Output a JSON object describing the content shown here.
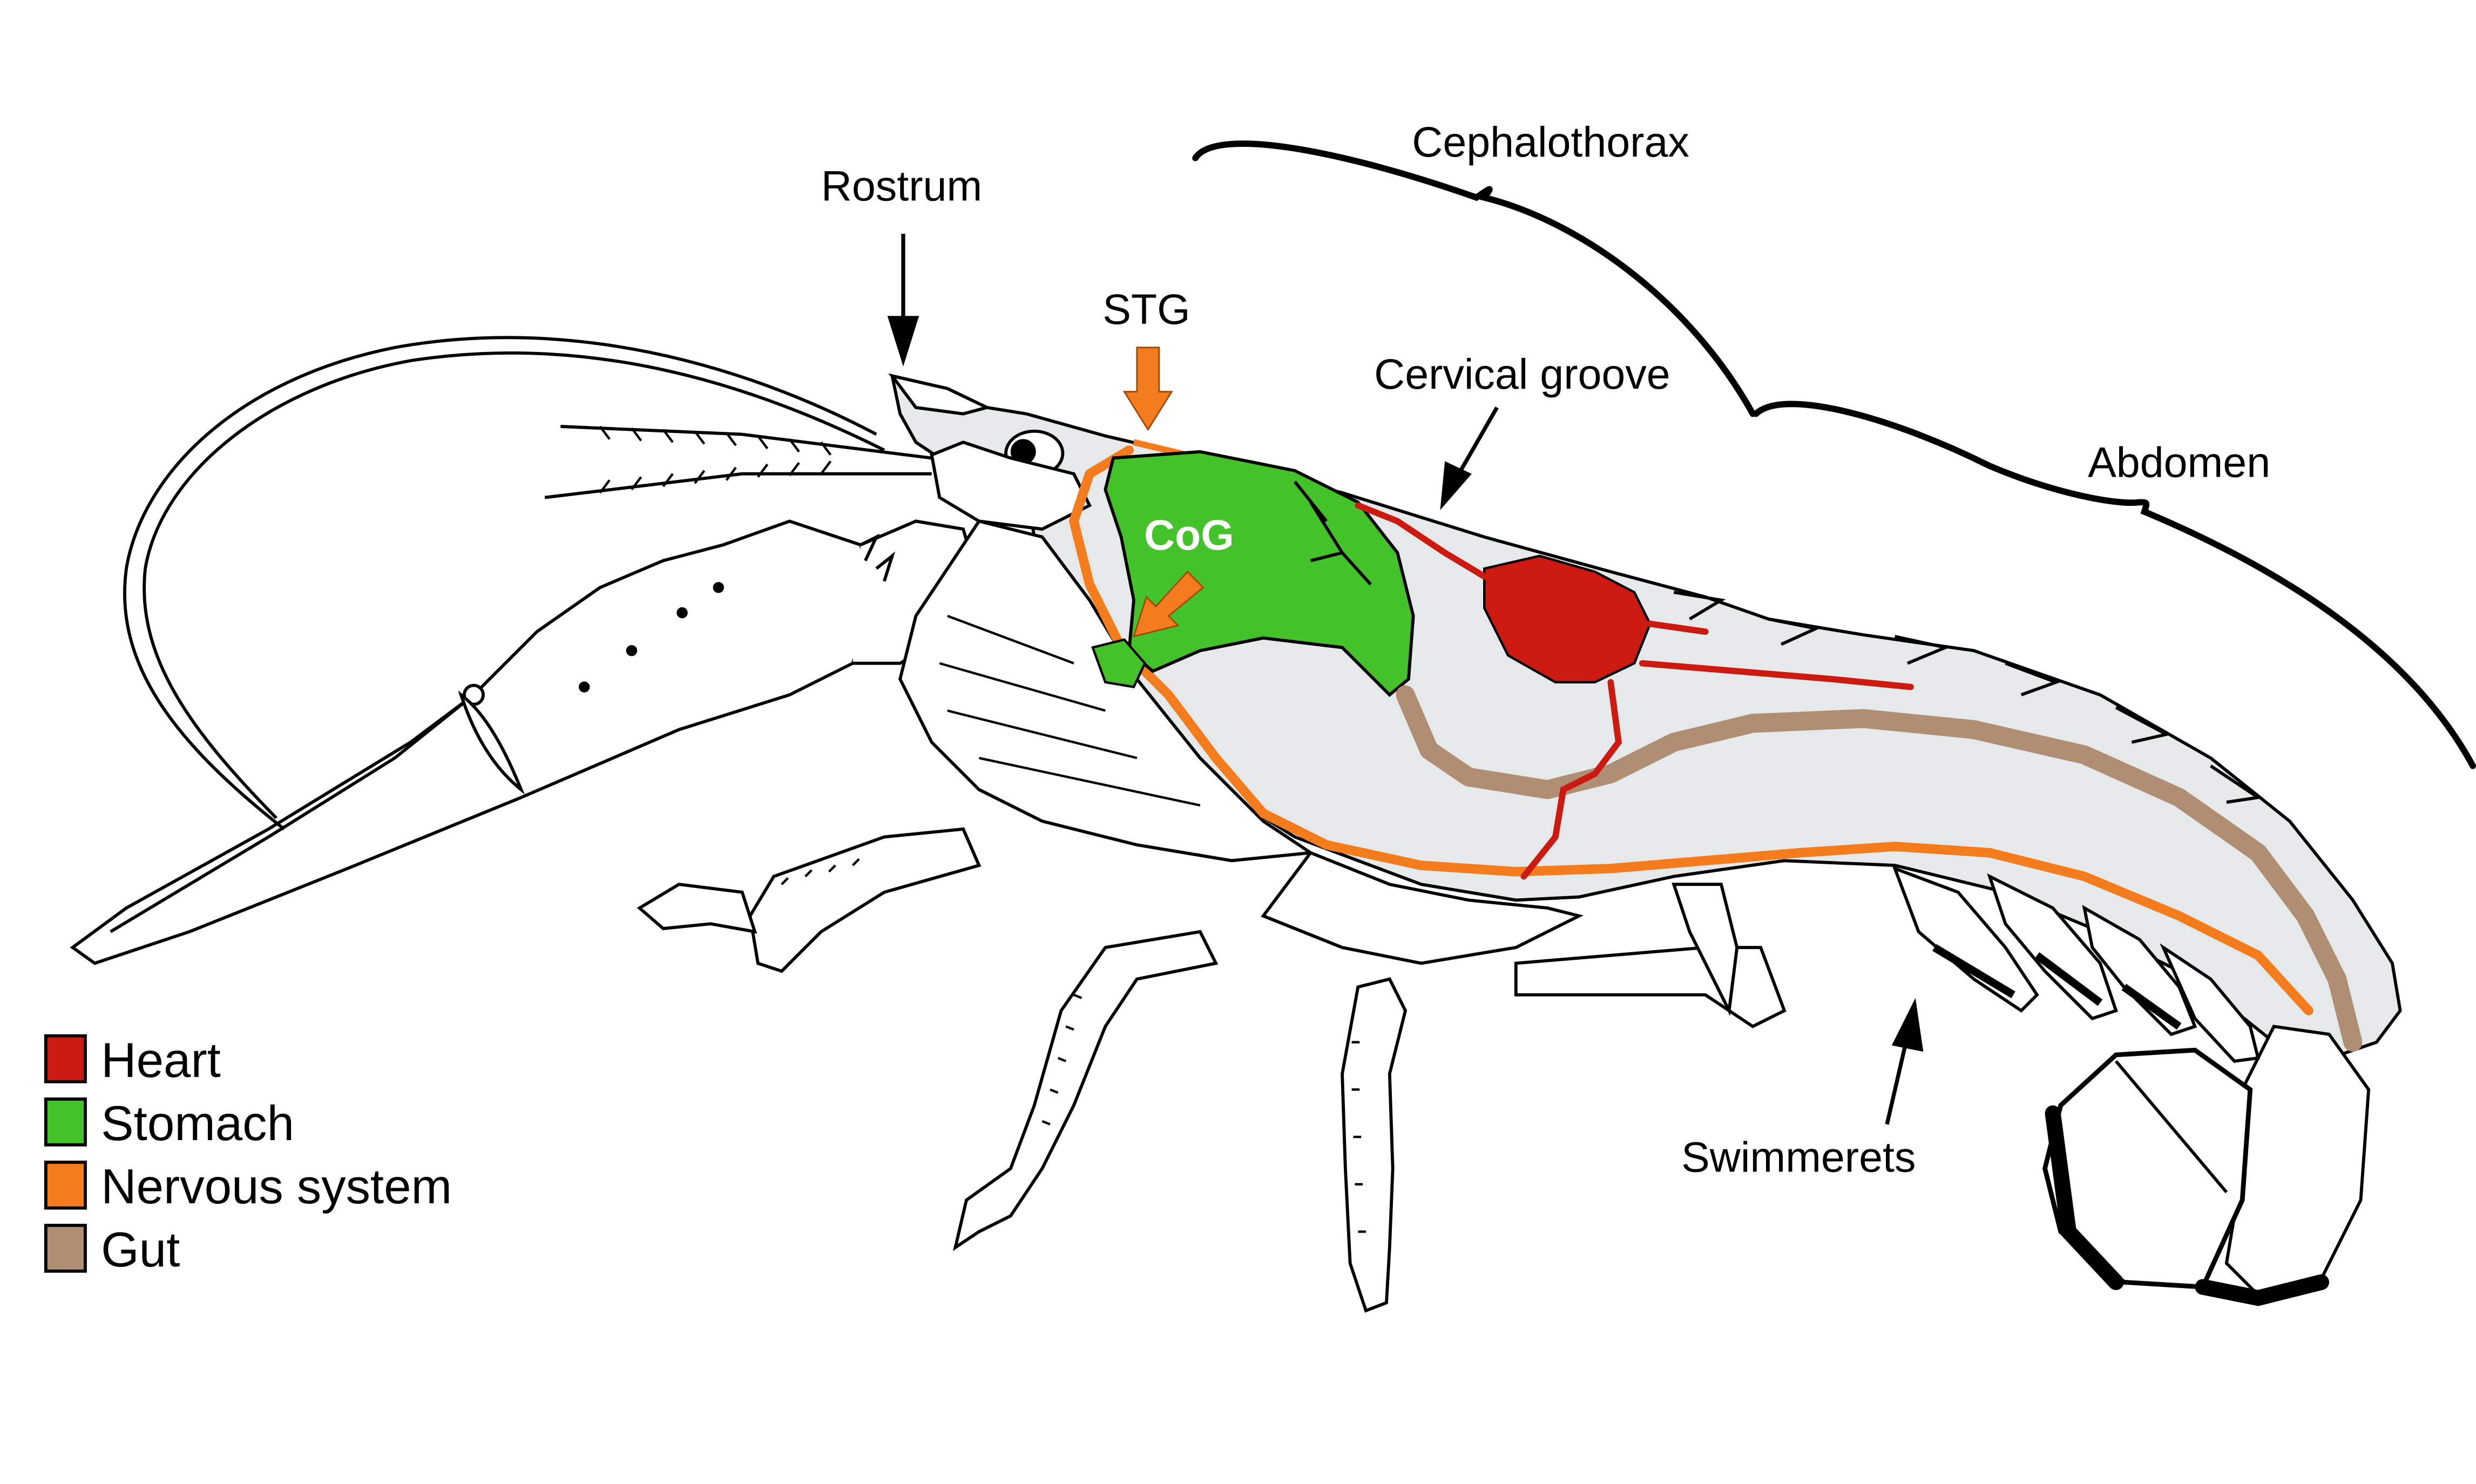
{
  "labels": {
    "rostrum": "Rostrum",
    "stg": "STG",
    "cephalothorax": "Cephalothorax",
    "cervical_groove": "Cervical groove",
    "abdomen": "Abdomen",
    "cog": "CoG",
    "swimmerets": "Swimmerets"
  },
  "legend": [
    {
      "label": "Heart",
      "color": "#cc1a10"
    },
    {
      "label": "Stomach",
      "color": "#44c22a"
    },
    {
      "label": "Nervous system",
      "color": "#f47c1c"
    },
    {
      "label": "Gut",
      "color": "#b08e73"
    }
  ],
  "colors": {
    "body_fill": "#e6e9ea",
    "outline": "#000000",
    "heart": "#cc1a10",
    "stomach": "#44c22a",
    "nervous": "#f47c1c",
    "gut": "#b08e73"
  }
}
